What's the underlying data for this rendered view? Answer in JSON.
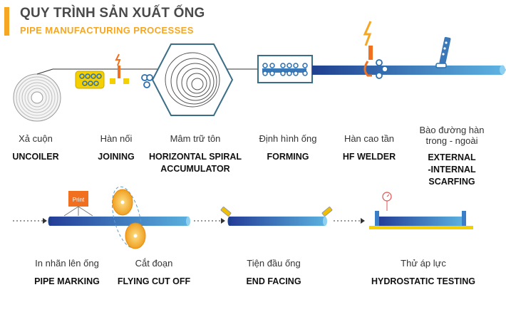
{
  "header": {
    "title": "QUY TRÌNH SẢN XUẤT ỐNG",
    "subtitle": "PIPE MANUFACTURING PROCESSES"
  },
  "steps_row1": [
    {
      "vn": "Xả cuộn",
      "en": "UNCOILER"
    },
    {
      "vn": "Hàn nối",
      "en": "JOINING"
    },
    {
      "vn": "Mâm trữ tôn",
      "en": "HORIZONTAL SPIRAL ACCUMULATOR"
    },
    {
      "vn": "Định hình ống",
      "en": "FORMING"
    },
    {
      "vn": "Hàn cao tần",
      "en": "HF WELDER"
    },
    {
      "vn": "Bào đường hàn trong - ngoài",
      "en": "EXTERNAL -INTERNAL SCARFING"
    }
  ],
  "steps_row2": [
    {
      "vn": "In nhãn lên ống",
      "en": "PIPE MARKING"
    },
    {
      "vn": "Cắt đoạn",
      "en": "FLYING CUT OFF"
    },
    {
      "vn": "Tiện đầu ống",
      "en": "END FACING"
    },
    {
      "vn": "Thử áp lực",
      "en": "HYDROSTATIC TESTING"
    }
  ],
  "print_label": "Print",
  "colors": {
    "accent": "#f5a623",
    "title": "#4a4a4a",
    "pipe_dark": "#1f3f8f",
    "pipe_light": "#5fb5e3",
    "machine": "#3a6e86",
    "orange": "#f07020",
    "yellow": "#f5d000"
  },
  "icons": [
    "uncoiler-coil-icon",
    "joining-welder-icon",
    "spiral-accumulator-icon",
    "forming-rollers-icon",
    "hf-welder-icon",
    "scarfing-tool-icon",
    "print-machine-icon",
    "flying-saw-icon",
    "end-facing-tool-icon",
    "hydrostatic-tester-icon",
    "pressure-gauge-icon",
    "lightning-icon"
  ]
}
